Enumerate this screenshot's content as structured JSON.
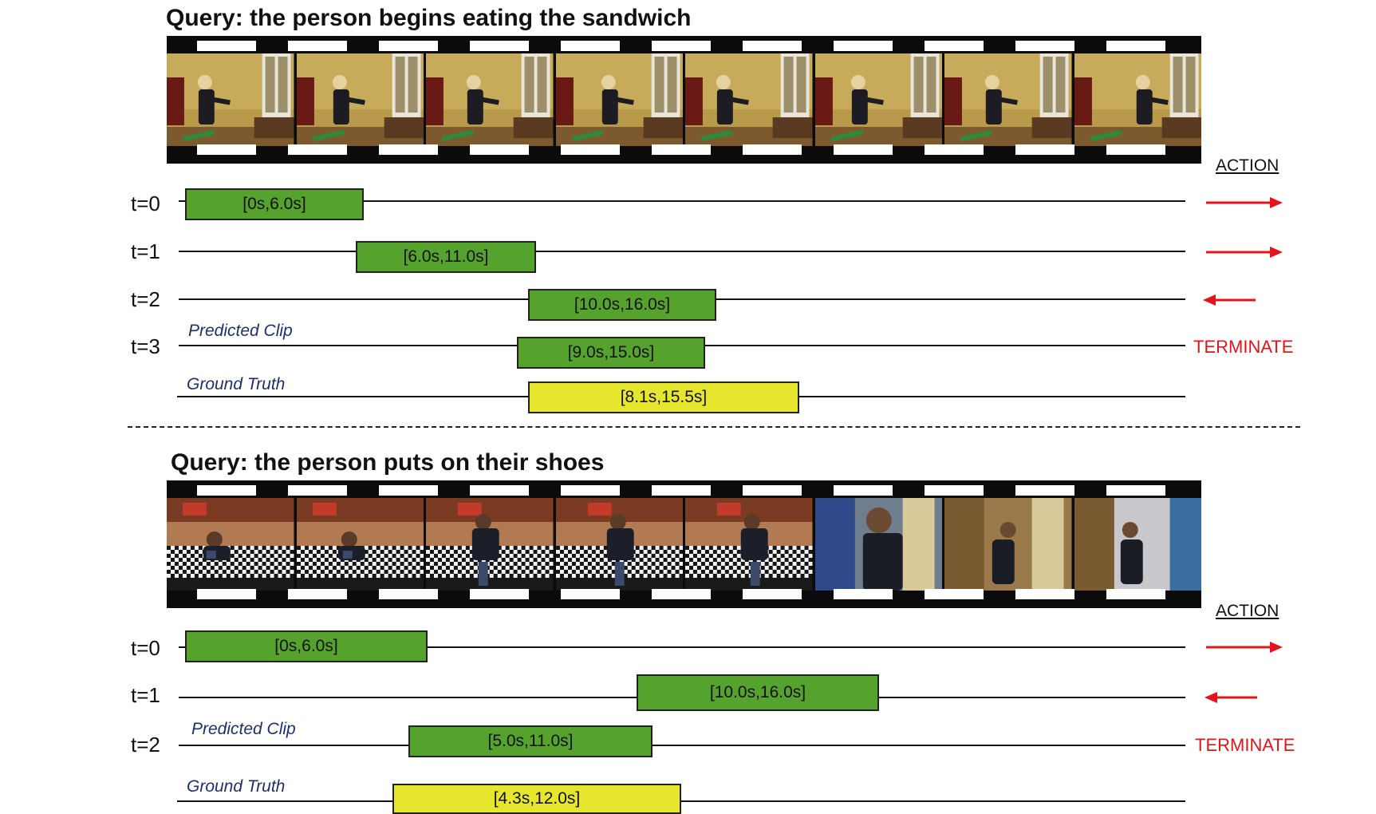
{
  "panels": [
    {
      "query": "Query: the person begins eating the sandwich",
      "action_header": "ACTION",
      "frame_style": "sandwich-room",
      "rows": [
        {
          "step": "t=0",
          "interval": "[0s,6.0s]",
          "action": "right-arrow"
        },
        {
          "step": "t=1",
          "interval": "[6.0s,11.0s]",
          "action": "right-arrow"
        },
        {
          "step": "t=2",
          "interval": "[10.0s,16.0s]",
          "action": "left-arrow"
        },
        {
          "step": "t=3",
          "caption": "Predicted Clip",
          "interval": "[9.0s,15.0s]",
          "action_text": "TERMINATE"
        }
      ],
      "ground_truth": {
        "caption": "Ground Truth",
        "interval": "[8.1s,15.5s]"
      }
    },
    {
      "query": "Query: the person puts on their shoes",
      "action_header": "ACTION",
      "frame_style": "bedroom-shoes",
      "rows": [
        {
          "step": "t=0",
          "interval": "[0s,6.0s]",
          "action": "right-arrow"
        },
        {
          "step": "t=1",
          "interval": "[10.0s,16.0s]",
          "action": "left-arrow"
        },
        {
          "step": "t=2",
          "caption": "Predicted Clip",
          "interval": "[5.0s,11.0s]",
          "action_text": "TERMINATE"
        }
      ],
      "ground_truth": {
        "caption": "Ground Truth",
        "interval": "[4.3s,12.0s]"
      }
    }
  ],
  "colors": {
    "predicted": "#55a22d",
    "ground_truth": "#e6e62e",
    "action": "#e3151a",
    "caption": "#1f2f6e"
  }
}
